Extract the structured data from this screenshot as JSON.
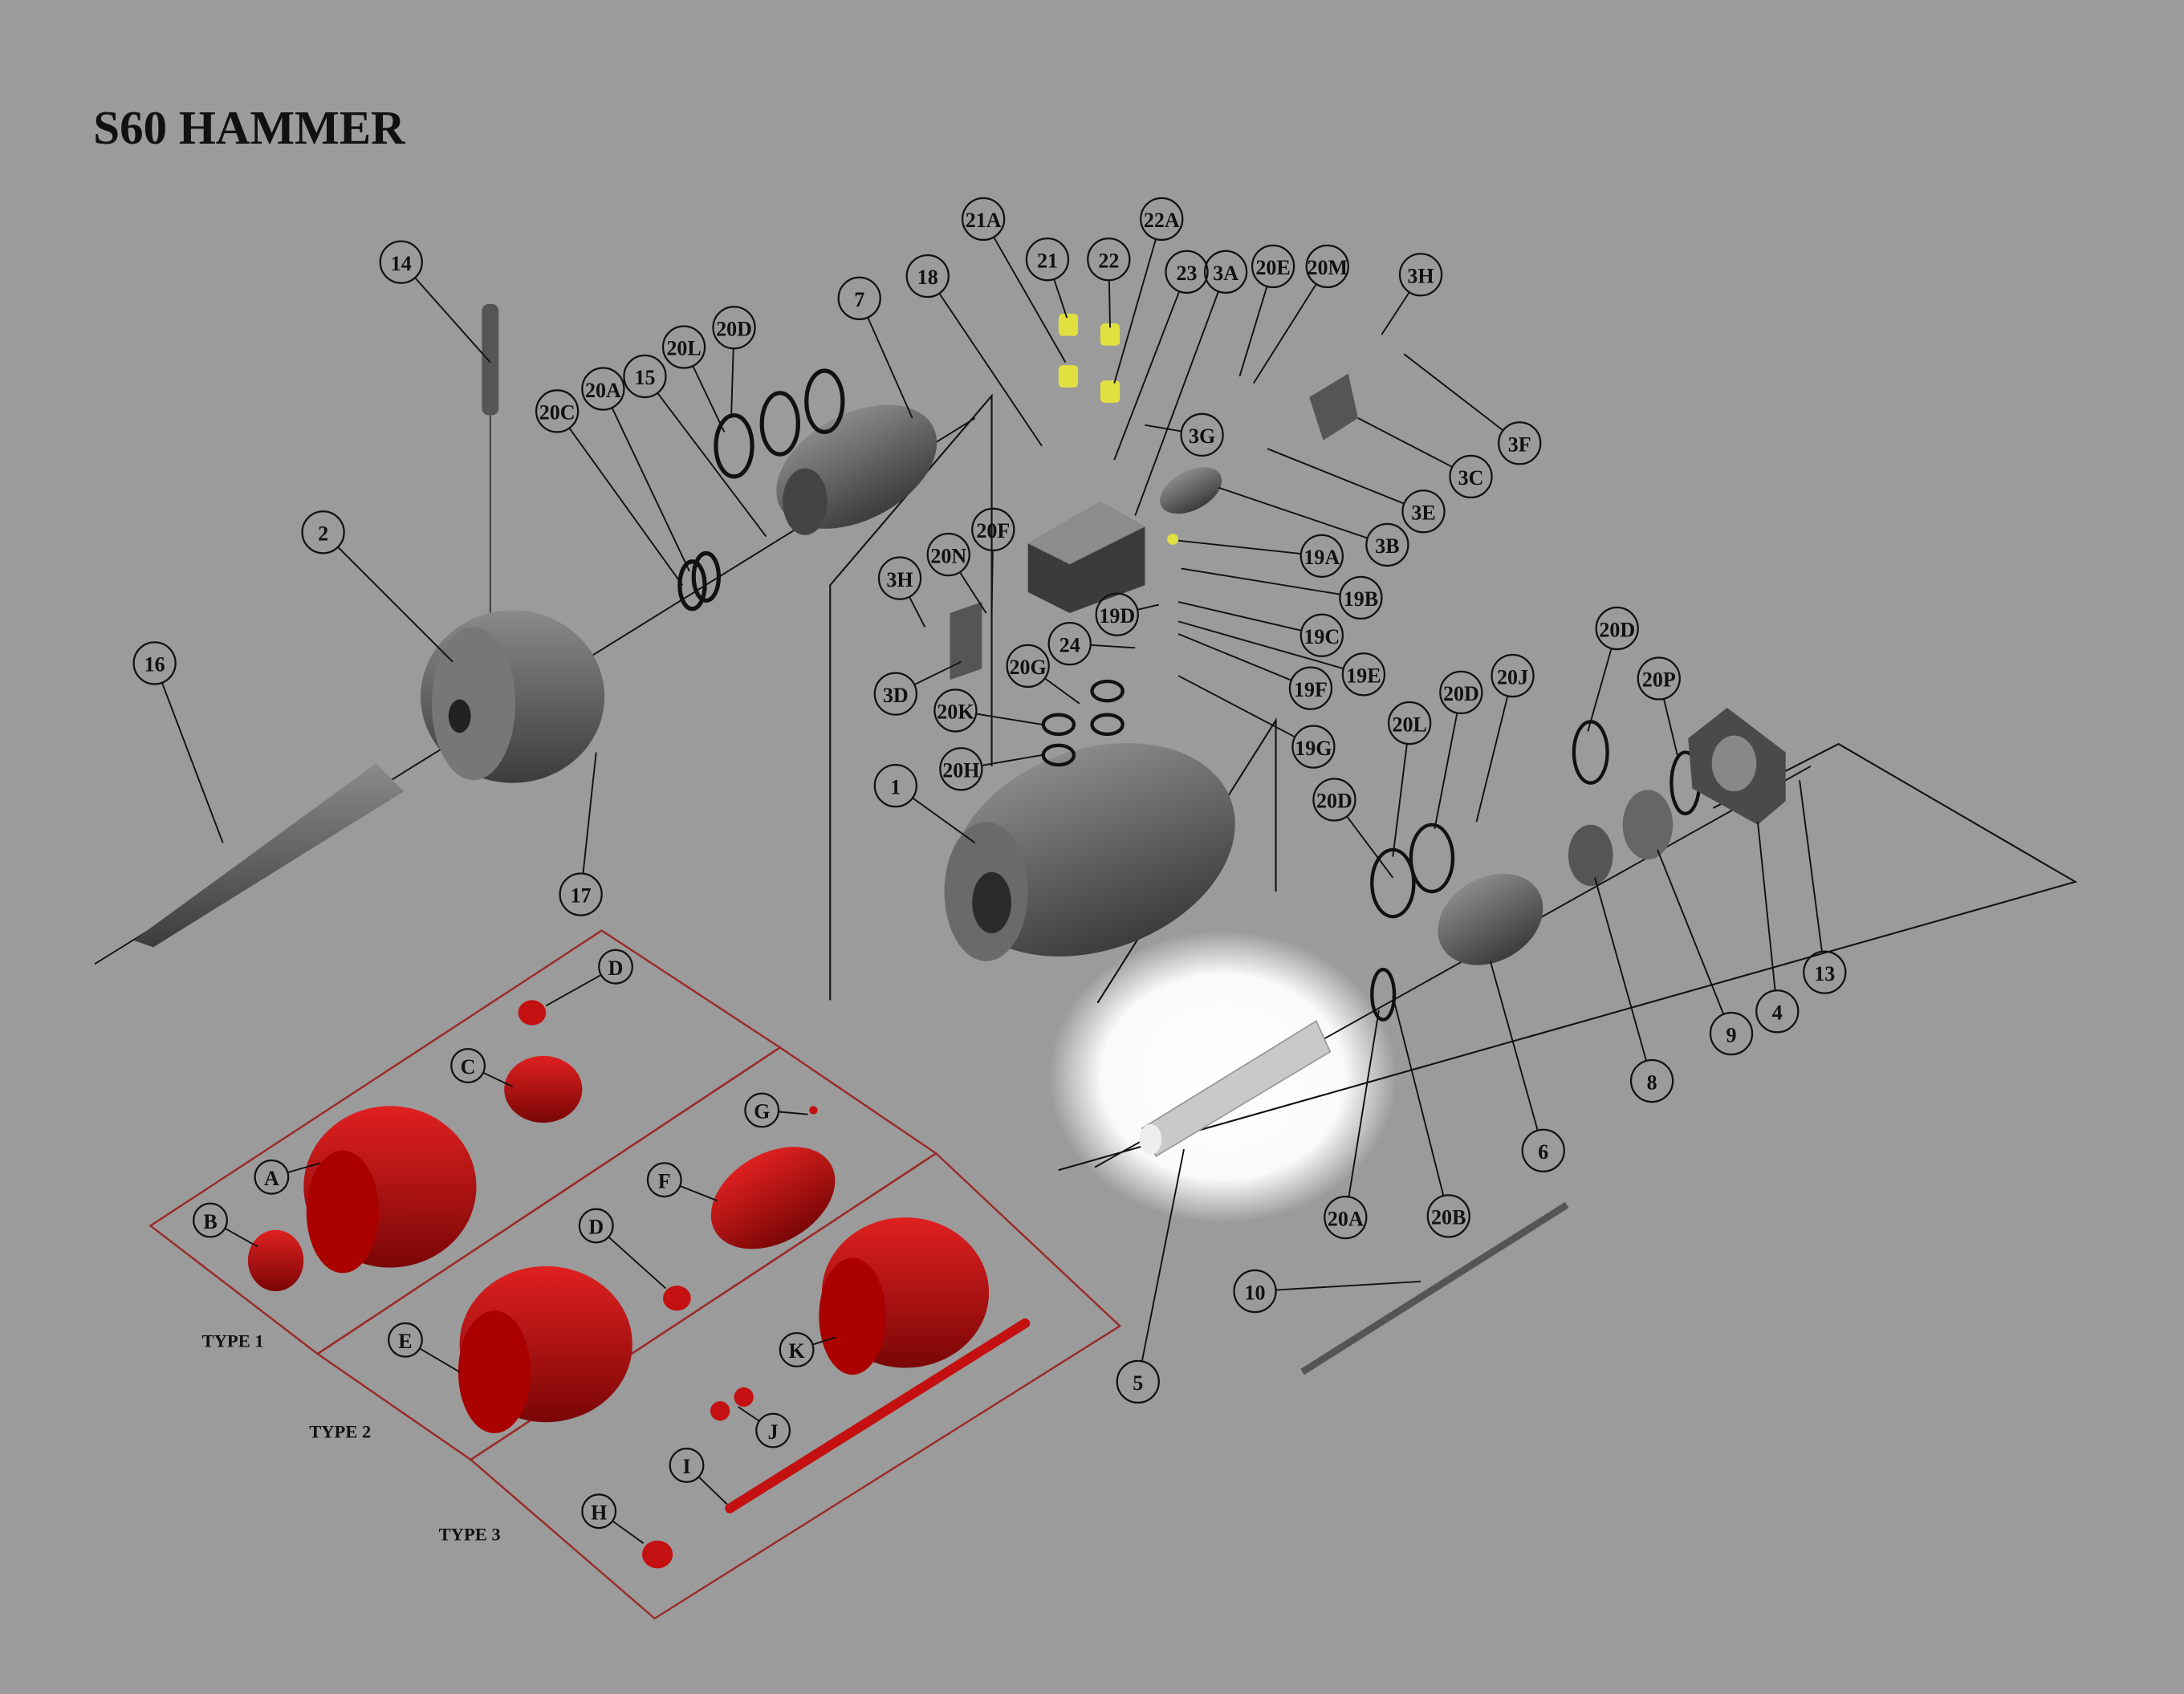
{
  "title": "S60 HAMMER",
  "colors": {
    "background": "#9b9b9b",
    "part_gray": "#6e6e6e",
    "kit_red": "#c41010",
    "valve_yellow": "#e0e040",
    "highlight": "#ffffff"
  },
  "callouts": [
    "14",
    "21A",
    "22A",
    "21",
    "22",
    "18",
    "23",
    "3A",
    "20E",
    "20M",
    "3H",
    "7",
    "20D",
    "20L",
    "15",
    "20A",
    "20C",
    "3G",
    "3F",
    "3C",
    "3E",
    "3B",
    "2",
    "19A",
    "20F",
    "20N",
    "3H",
    "19B",
    "19D",
    "19C",
    "24",
    "20D",
    "20G",
    "19E",
    "20P",
    "20J",
    "19F",
    "20D",
    "16",
    "3D",
    "20K",
    "20L",
    "19G",
    "20H",
    "1",
    "20D",
    "17",
    "13",
    "4",
    "9",
    "8",
    "6",
    "20A",
    "20B",
    "10",
    "5"
  ],
  "kit_callouts": [
    "D",
    "C",
    "A",
    "B",
    "G",
    "F",
    "D",
    "E",
    "K",
    "J",
    "I",
    "H"
  ],
  "kit_types": [
    "TYPE 1",
    "TYPE 2",
    "TYPE 3"
  ],
  "highlighted_part": "5"
}
